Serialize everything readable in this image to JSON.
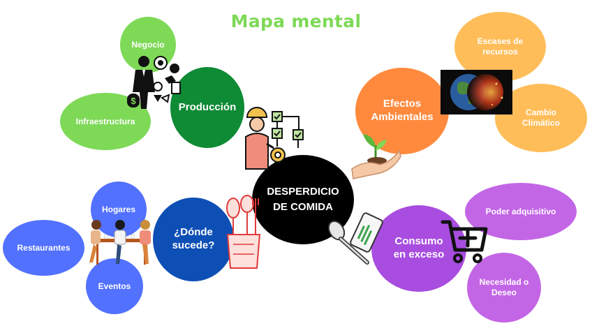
{
  "title": "Mapa mental",
  "center": {
    "line1": "DESPERDICIO",
    "line2": "DE COMIDA"
  },
  "branches": {
    "produccion": {
      "label": "Producción",
      "children": {
        "negocio": "Negocio",
        "infraestructura": "Infraestructura"
      }
    },
    "efectos": {
      "line1": "Efectos",
      "line2": "Ambientales",
      "children": {
        "escases": {
          "line1": "Escases de",
          "line2": "recursos"
        },
        "cambio": {
          "line1": "Cambio",
          "line2": "Climático"
        }
      }
    },
    "donde": {
      "line1": "¿Dónde",
      "line2": "sucede?",
      "children": {
        "hogares": "Hogares",
        "restaurantes": "Restaurantes",
        "eventos": "Eventos"
      }
    },
    "consumo": {
      "line1": "Consumo",
      "line2": "en exceso",
      "children": {
        "poder": "Poder adquisitivo",
        "necesidad": {
          "line1": "Necesidad o",
          "line2": "Deseo"
        }
      }
    }
  },
  "colors": {
    "title": "#7ed957",
    "light_green": "#7ed957",
    "dark_green": "#0f8a35",
    "orange": "#ff8a3d",
    "light_orange": "#ffbd59",
    "blue": "#5271ff",
    "dark_blue": "#0d4fb5",
    "purple": "#a84de0",
    "light_purple": "#c366e6",
    "center": "#000000"
  },
  "icons": [
    "business-icon",
    "worker-flowchart-icon",
    "earth-burning-icon",
    "plant-hand-icon",
    "restaurant-table-icon",
    "utensil-jar-icon",
    "fork-spoon-icon",
    "shopping-cart-icon"
  ]
}
